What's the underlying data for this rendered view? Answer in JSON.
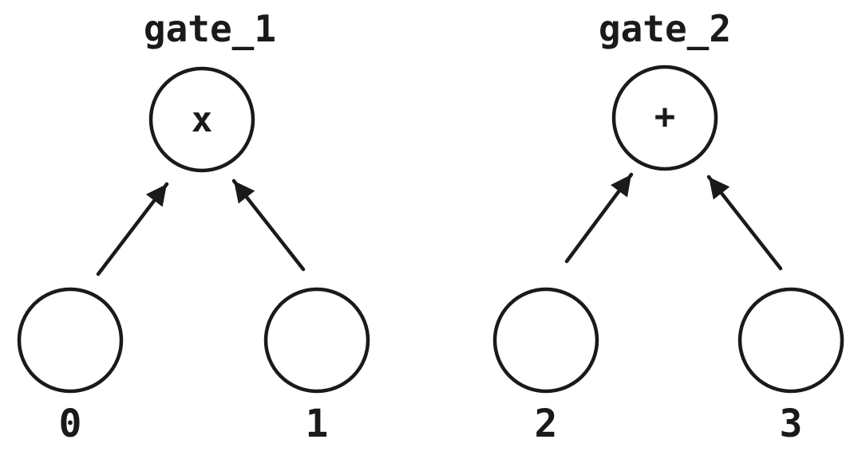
{
  "diagram": {
    "background_color": "#ffffff",
    "line_color": "#1a1a1a",
    "graphs": [
      {
        "gate_label": "gate_1",
        "operator": "x",
        "inputs": [
          "0",
          "1"
        ]
      },
      {
        "gate_label": "gate_2",
        "operator": "+",
        "inputs": [
          "2",
          "3"
        ]
      }
    ]
  }
}
